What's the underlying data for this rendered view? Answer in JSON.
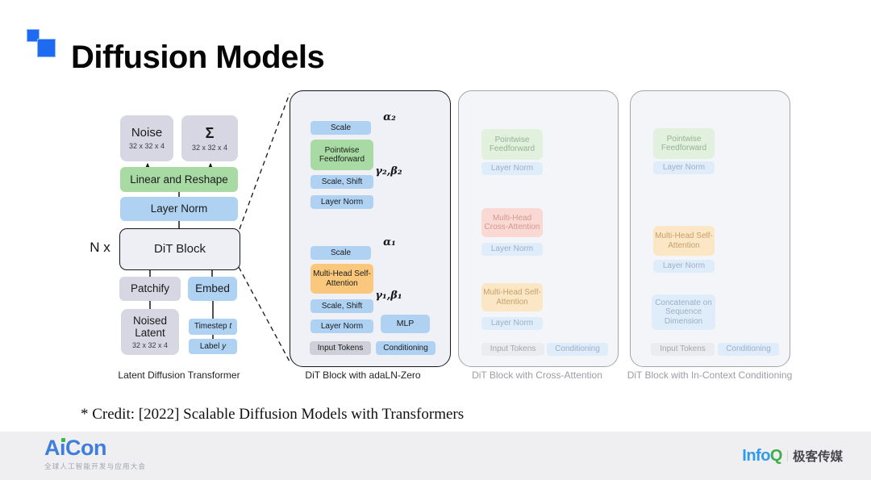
{
  "slide": {
    "title": "Diffusion Models"
  },
  "left": {
    "caption": "Latent Diffusion Transformer",
    "n_label": "N x",
    "noise": "Noise",
    "noise_dims": "32 x 32 x 4",
    "sigma": "Σ",
    "sigma_dims": "32 x 32 x 4",
    "linear_reshape": "Linear and Reshape",
    "layer_norm": "Layer Norm",
    "dit_block": "DiT Block",
    "patchify": "Patchify",
    "embed": "Embed",
    "noised_latent": "Noised Latent",
    "noised_dims": "32 x 32 x 4",
    "timestep_label": "Timestep",
    "timestep_var": "t",
    "label_label": "Label",
    "label_var": "y"
  },
  "adaln": {
    "caption": "DiT Block with adaLN-Zero",
    "scale": "Scale",
    "pff": "Pointwise Feedforward",
    "scale_shift": "Scale, Shift",
    "layer_norm": "Layer Norm",
    "mhsa": "Multi-Head Self-Attention",
    "input_tokens": "Input Tokens",
    "mlp": "MLP",
    "conditioning": "Conditioning",
    "alpha2": "α₂",
    "gamma_beta2": "γ₂,β₂",
    "alpha1": "α₁",
    "gamma_beta1": "γ₁,β₁"
  },
  "cross": {
    "caption": "DiT Block with Cross-Attention",
    "pff": "Pointwise Feedforward",
    "layer_norm": "Layer Norm",
    "mhca": "Multi-Head Cross-Attention",
    "mhsa": "Multi-Head Self-Attention",
    "input_tokens": "Input Tokens",
    "conditioning": "Conditioning"
  },
  "incontext": {
    "caption": "DiT Block with In-Context Conditioning",
    "pff": "Pointwise Feedforward",
    "layer_norm": "Layer Norm",
    "mhsa": "Multi-Head Self-Attention",
    "concat": "Concatenate on Sequence Dimension",
    "input_tokens": "Input Tokens",
    "conditioning": "Conditioning"
  },
  "credit": "* Credit: [2022] Scalable Diffusion Models with Transformers",
  "footer": {
    "aicon_a": "A",
    "aicon_i": "i",
    "aicon_rest": "Con",
    "aicon_tagline": "全球人工智能开发与应用大会",
    "infoq_info": "Info",
    "infoq_q": "Q",
    "infoq_media": "极客传媒"
  },
  "colors": {
    "accent_blue": "#1E6BF1",
    "box_blue": "#AFD2F3",
    "box_green": "#A8DBA3",
    "box_orange": "#F9C87C",
    "box_gray": "#D6D7E3",
    "aicon_blue": "#3F7EDC",
    "aicon_green": "#3CB54A",
    "infoq_blue": "#2E9BF0",
    "infoq_green": "#3FAE4A"
  }
}
